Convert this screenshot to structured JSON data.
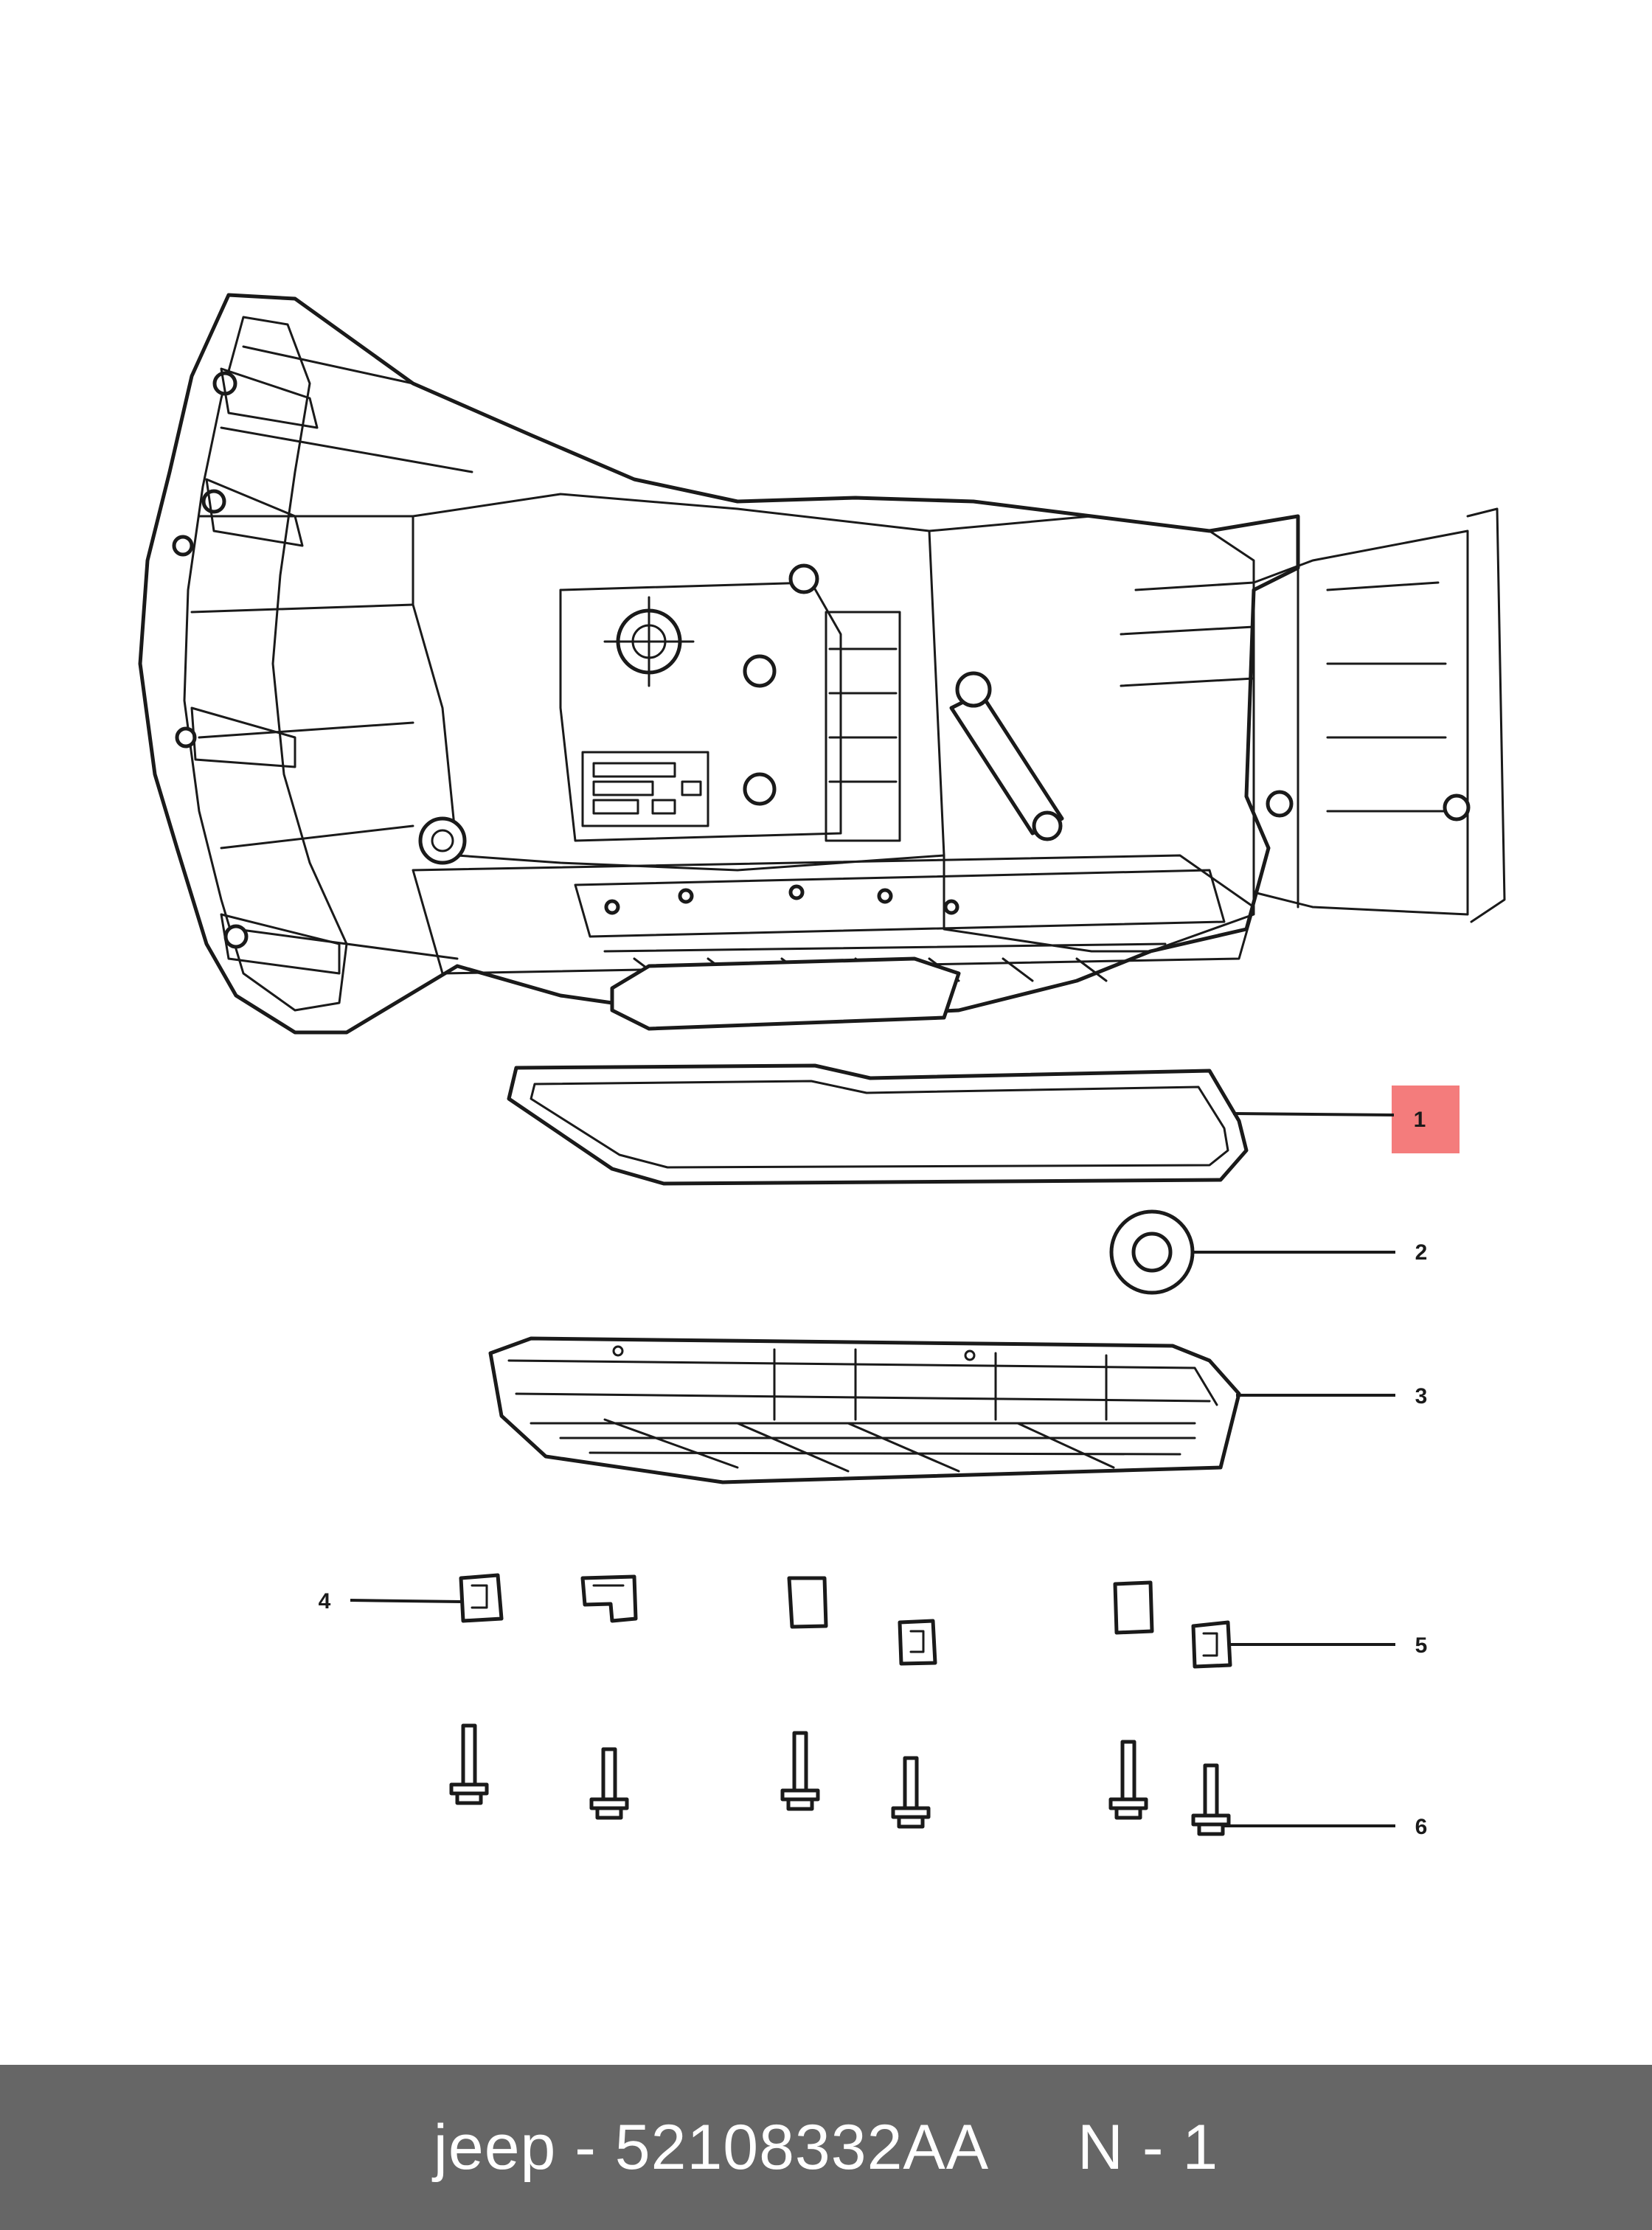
{
  "diagram": {
    "callouts": [
      {
        "number": "1",
        "highlighted": true
      },
      {
        "number": "2",
        "highlighted": false
      },
      {
        "number": "3",
        "highlighted": false
      },
      {
        "number": "4",
        "highlighted": false
      },
      {
        "number": "5",
        "highlighted": false
      },
      {
        "number": "6",
        "highlighted": false
      }
    ],
    "highlight_color": "#f47c7c",
    "line_color": "#1a1a1a"
  },
  "footer": {
    "text": "jeep - 52108332AA     N - 1",
    "background_color": "#666666",
    "text_color": "#ffffff"
  }
}
